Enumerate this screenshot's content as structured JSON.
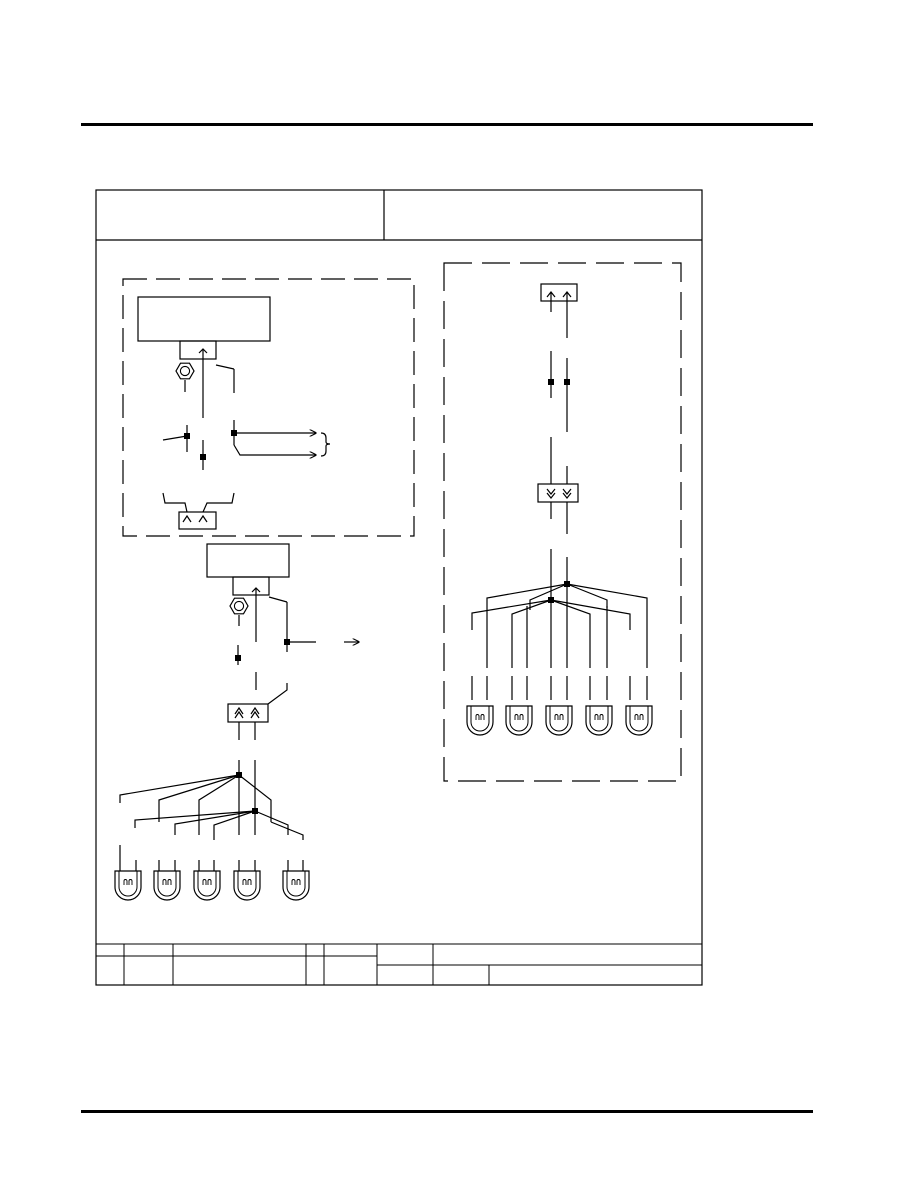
{
  "page": {
    "header_rule": true,
    "footer_rule": true
  },
  "figure": {
    "title_block": {
      "left_cell": "",
      "right_cell": ""
    },
    "revision_block": {
      "rows": 2,
      "cells": ""
    },
    "left_diagram": {
      "upper_module": {
        "outline": "dashed"
      },
      "lower_assembly": {
        "lamps": 5
      }
    },
    "right_diagram": {
      "outline": "dashed",
      "lamps": 5
    },
    "icons": [
      "hex-nut-icon",
      "connector-icon",
      "lamp-icon",
      "splice-dot-icon",
      "arrow-icon"
    ]
  },
  "colors": {
    "ink": "#000000",
    "paper": "#ffffff"
  }
}
